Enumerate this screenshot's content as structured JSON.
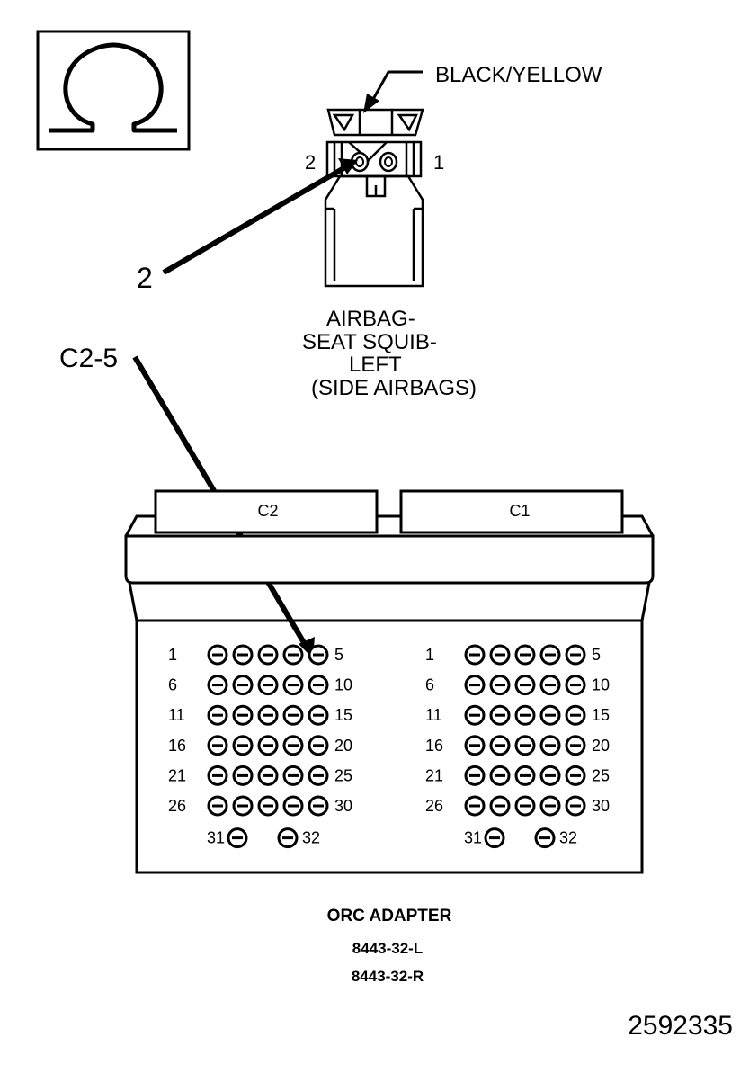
{
  "symbol": {
    "name": "ohm-icon",
    "glyph": "Ω"
  },
  "connector": {
    "wire_color_label": "BLACK/YELLOW",
    "pin_left_label": "2",
    "pin_right_label": "1",
    "callout_label": "2",
    "name_lines": [
      "AIRBAG-",
      "SEAT SQUIB-",
      "LEFT",
      "(SIDE AIRBAGS)"
    ]
  },
  "probe": {
    "label": "C2-5"
  },
  "adapter": {
    "blocks": [
      {
        "name": "C2",
        "rows": [
          {
            "start": "1",
            "end": "5"
          },
          {
            "start": "6",
            "end": "10"
          },
          {
            "start": "11",
            "end": "15"
          },
          {
            "start": "16",
            "end": "20"
          },
          {
            "start": "21",
            "end": "25"
          },
          {
            "start": "26",
            "end": "30"
          }
        ],
        "extra_left": "31",
        "extra_right": "32"
      },
      {
        "name": "C1",
        "rows": [
          {
            "start": "1",
            "end": "5"
          },
          {
            "start": "6",
            "end": "10"
          },
          {
            "start": "11",
            "end": "15"
          },
          {
            "start": "16",
            "end": "20"
          },
          {
            "start": "21",
            "end": "25"
          },
          {
            "start": "26",
            "end": "30"
          }
        ],
        "extra_left": "31",
        "extra_right": "32"
      }
    ],
    "title": "ORC ADAPTER",
    "part_numbers": [
      "8443-32-L",
      "8443-32-R"
    ]
  },
  "figure_number": "2592335"
}
